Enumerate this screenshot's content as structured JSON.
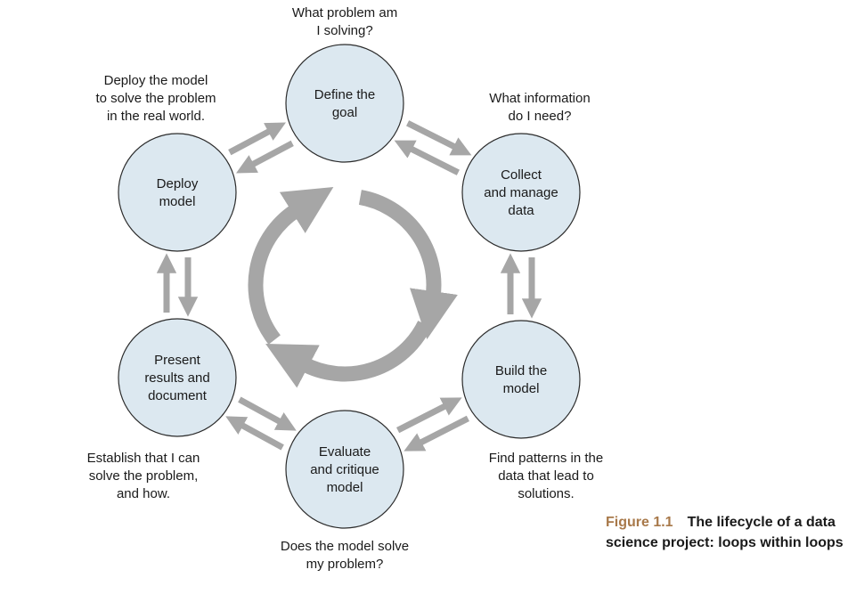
{
  "nodes": [
    {
      "id": "define-goal",
      "lines": [
        "Define the",
        "goal"
      ],
      "caption": [
        "What problem am",
        "I solving?"
      ]
    },
    {
      "id": "collect-data",
      "lines": [
        "Collect",
        "and manage",
        "data"
      ],
      "caption": [
        "What information",
        "do I need?"
      ]
    },
    {
      "id": "build-model",
      "lines": [
        "Build the",
        "model"
      ],
      "caption": [
        "Find patterns in the",
        "data that lead to",
        "solutions."
      ]
    },
    {
      "id": "evaluate-model",
      "lines": [
        "Evaluate",
        "and critique",
        "model"
      ],
      "caption": [
        "Does the model solve",
        "my problem?"
      ]
    },
    {
      "id": "present-results",
      "lines": [
        "Present",
        "results and",
        "document"
      ],
      "caption": [
        "Establish that I can",
        "solve the problem,",
        "and how."
      ]
    },
    {
      "id": "deploy-model",
      "lines": [
        "Deploy",
        "model"
      ],
      "caption": [
        "Deploy the model",
        "to solve the problem",
        "in the real world."
      ]
    }
  ],
  "figure": {
    "label": "Figure 1.1",
    "title": "The lifecycle of a data science project: loops within loops"
  },
  "colors": {
    "node_fill": "#dce8f0",
    "node_stroke": "#2b2b2b",
    "arrow": "#a6a6a6",
    "caption_label": "#a8794a"
  }
}
